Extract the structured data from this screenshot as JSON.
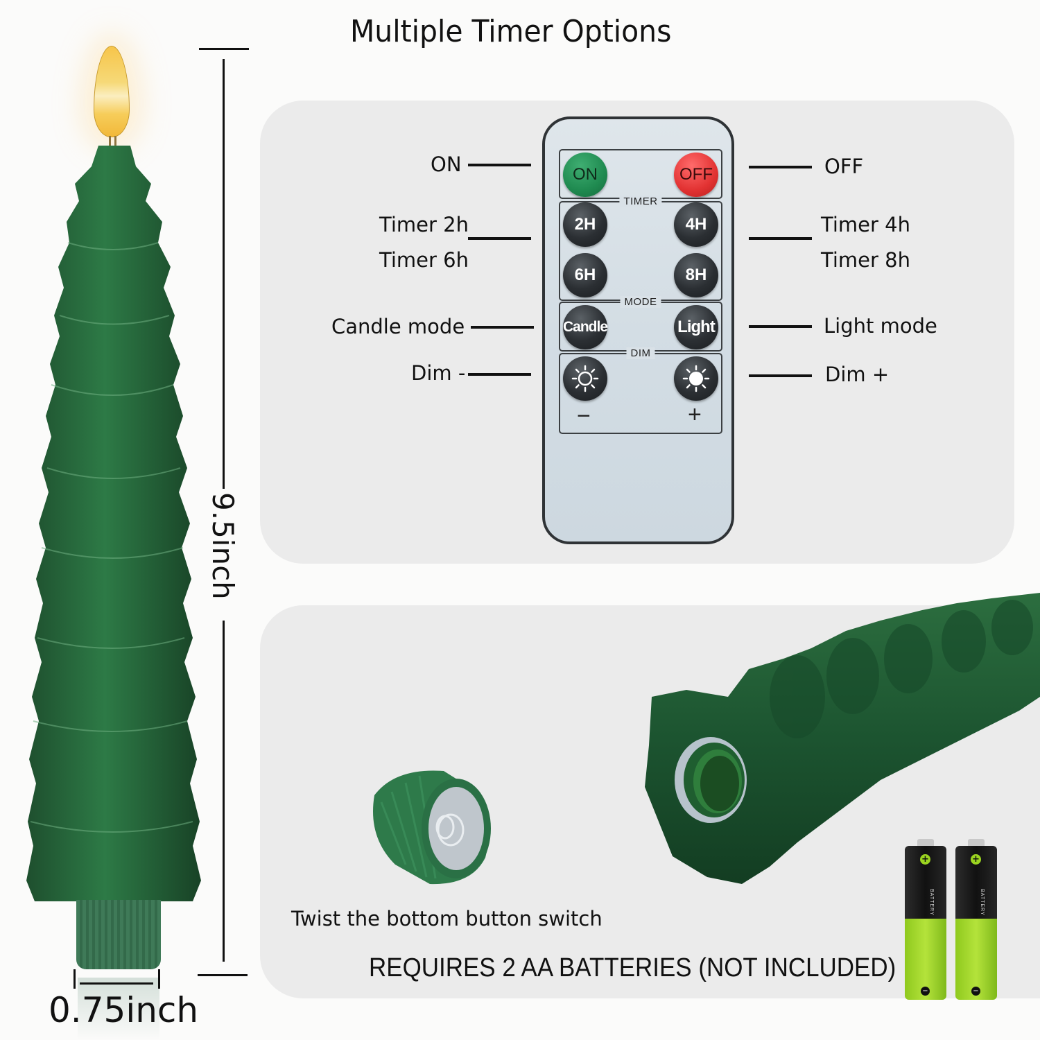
{
  "title": "Multiple Timer Options",
  "dimensions": {
    "height_label": "9.5inch",
    "width_label": "0.75inch"
  },
  "callouts": {
    "left": [
      {
        "label": "ON"
      },
      {
        "label": "Timer 2h"
      },
      {
        "label": "Timer 6h"
      },
      {
        "label": "Candle mode"
      },
      {
        "label": "Dim -"
      }
    ],
    "right": [
      {
        "label": "OFF"
      },
      {
        "label": "Timer 4h"
      },
      {
        "label": "Timer 8h"
      },
      {
        "label": "Light mode"
      },
      {
        "label": "Dim +"
      }
    ]
  },
  "remote": {
    "buttons": {
      "on": "ON",
      "off": "OFF",
      "timer_2h": "2H",
      "timer_4h": "4H",
      "timer_6h": "6H",
      "timer_8h": "8H",
      "candle": "Candle",
      "light": "Light",
      "dim_minus_symbol": "−",
      "dim_plus_symbol": "+"
    },
    "group_labels": {
      "timer": "TIMER",
      "mode": "MODE",
      "dim": "DIM"
    },
    "colors": {
      "on": "#1f8a50",
      "off": "#e23232",
      "dark_button": "#2b2f33",
      "body": "#d3dde4",
      "border": "#2f3336"
    }
  },
  "battery_section": {
    "instruction": "Twist the bottom button switch",
    "requirement": "REQUIRES 2 AA BATTERIES (NOT INCLUDED)",
    "battery_brand": "BATTERY",
    "battery_count": 2,
    "plus_symbol": "+",
    "minus_symbol": "−"
  },
  "colors": {
    "background": "#fbfbfa",
    "panel": "#ebebeb",
    "candle_green": "#1f5a33",
    "flame": "#f6cd5a",
    "battery_green": "#a6d62f"
  }
}
